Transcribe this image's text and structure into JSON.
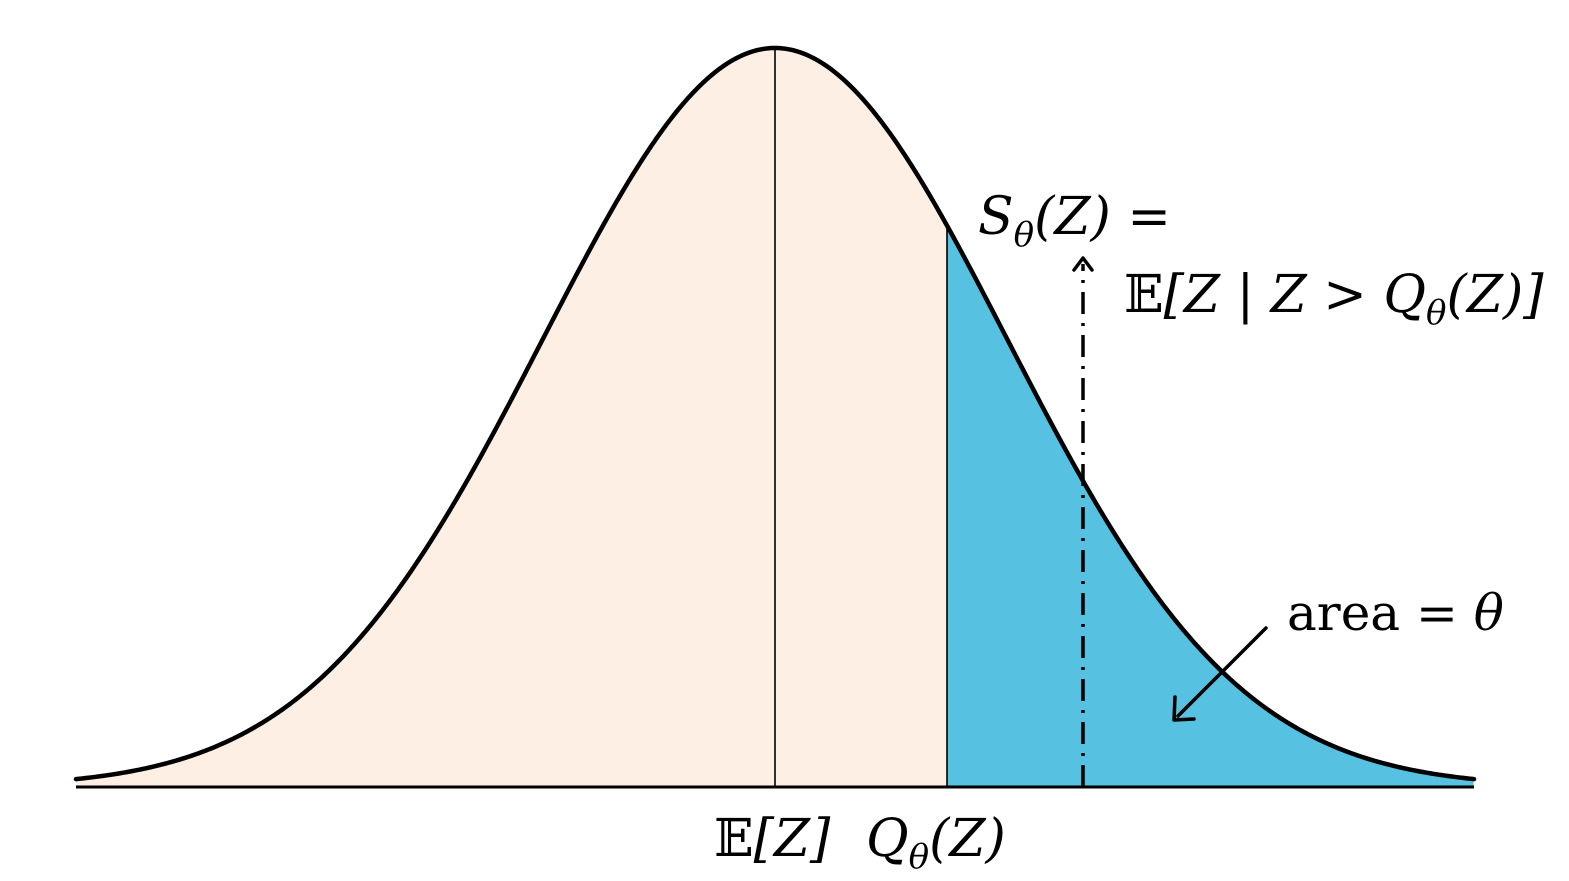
{
  "colors": {
    "body_fill": "#fdefe3",
    "tail_fill": "#56c1e0",
    "curve": "#000000",
    "background": "#ffffff"
  },
  "labels": {
    "mean_bb": "𝔼",
    "mean_arg": "[Z]",
    "quantile_Q": "Q",
    "quantile_sub": "θ",
    "quantile_arg": "(Z)",
    "S_main": "S",
    "S_sub": "θ",
    "S_arg": "(Z) =",
    "cond_bb": "𝔼",
    "cond_left": "[Z | Z > ",
    "cond_Q": "Q",
    "cond_sub": "θ",
    "cond_right": "(Z)]",
    "area_word": "area = ",
    "area_theta": "θ"
  }
}
